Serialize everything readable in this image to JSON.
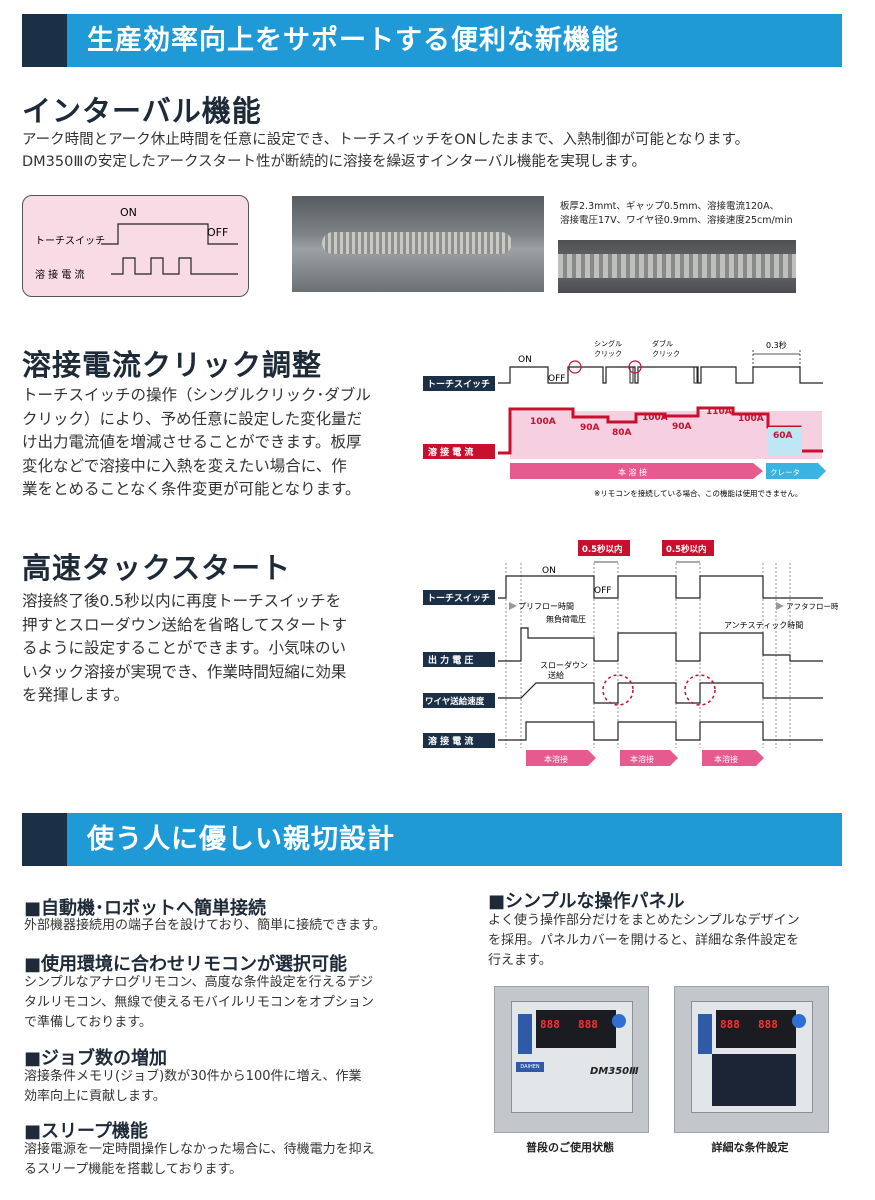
{
  "section1": {
    "title": "生産効率向上をサポートする便利な新機能"
  },
  "interval": {
    "title": "インターバル機能",
    "lines": [
      "アーク時間とアーク休止時間を任意に設定でき、トーチスイッチをONしたままで、入熱制御が可能となります。",
      "DM350Ⅲの安定したアークスタート性が断続的に溶接を繰返すインターバル機能を実現します。"
    ],
    "diagram": {
      "on": "ON",
      "off": "OFF",
      "torch": "トーチスイッチ",
      "current": "溶 接 電 流"
    },
    "specs": [
      "板厚2.3mmt、ギャップ0.5mm、溶接電流120A、",
      "溶接電圧17V、ワイヤ径0.9mm、溶接速度25cm/min"
    ]
  },
  "click": {
    "title": "溶接電流クリック調整",
    "lines": [
      "トーチスイッチの操作（シングルクリック･ダブル",
      "クリック）により、予め任意に設定した変化量だ",
      "け出力電流値を増減させることができます。板厚",
      "変化などで溶接中に入熱を変えたい場合に、作",
      "業をとめることなく条件変更が可能となります。"
    ],
    "diagram": {
      "on": "ON",
      "off": "OFF",
      "single": [
        "シングル",
        "クリック"
      ],
      "double": [
        "ダブル",
        "クリック"
      ],
      "sec": "0.3秒",
      "torch": "トーチスイッチ",
      "current": "溶 接 電 流",
      "values": [
        "100A",
        "90A",
        "80A",
        "100A",
        "90A",
        "110A",
        "100A",
        "60A"
      ],
      "main": "本 溶 接",
      "crater": "クレータ",
      "note": "※リモコンを接続している場合、この機能は使用できません。"
    }
  },
  "tack": {
    "title": "高速タックスタート",
    "lines": [
      "溶接終了後0.5秒以内に再度トーチスイッチを",
      "押すとスローダウン送給を省略してスタートす",
      "るように設定することができます。小気味のい",
      "いタック溶接が実現でき、作業時間短縮に効果",
      "を発揮します。"
    ],
    "diagram": {
      "within1": "0.5秒以内",
      "within2": "0.5秒以内",
      "on": "ON",
      "off": "OFF",
      "torch": "トーチスイッチ",
      "voltage": "出 力 電 圧",
      "wire": "ワイヤ送給速度",
      "current": "溶 接 電 流",
      "preflow": "プリフロー時間",
      "noload": "無負荷電圧",
      "slowdown": [
        "スローダウン",
        "送給"
      ],
      "afterflow": "アフタフロー時間",
      "antistick": "アンチスティック時間",
      "main1": "本溶接",
      "main2": "本溶接",
      "main3": "本溶接"
    }
  },
  "section2": {
    "title": "使う人に優しい親切設計"
  },
  "features": [
    {
      "title": "■自動機･ロボットへ簡単接続",
      "lines": [
        "外部機器接続用の端子台を設けており、簡単に接続できます。"
      ]
    },
    {
      "title": "■使用環境に合わせリモコンが選択可能",
      "lines": [
        "シンプルなアナログリモコン、高度な条件設定を行えるデジ",
        "タルリモコン、無線で使えるモバイルリモコンをオプション",
        "で準備しております。"
      ]
    },
    {
      "title": "■ジョブ数の増加",
      "lines": [
        "溶接条件メモリ(ジョブ)数が30件から100件に増え、作業",
        "効率向上に貢献します。"
      ]
    },
    {
      "title": "■スリープ機能",
      "lines": [
        "溶接電源を一定時間操作しなかった場合に、待機電力を抑え",
        "るスリープ機能を搭載しております。"
      ]
    },
    {
      "title": "■シンプルな操作パネル",
      "lines": [
        "よく使う操作部分だけをまとめたシンプルなデザイン",
        "を採用。パネルカバーを開けると、詳細な条件設定を",
        "行えます。"
      ]
    }
  ],
  "panels": {
    "left": {
      "caption": "普段のご使用状態",
      "brand": "DAIHEN",
      "model": "DM350Ⅲ",
      "digits": [
        "888",
        "888"
      ]
    },
    "right": {
      "caption": "詳細な条件設定",
      "digits": [
        "888",
        "888"
      ]
    }
  }
}
